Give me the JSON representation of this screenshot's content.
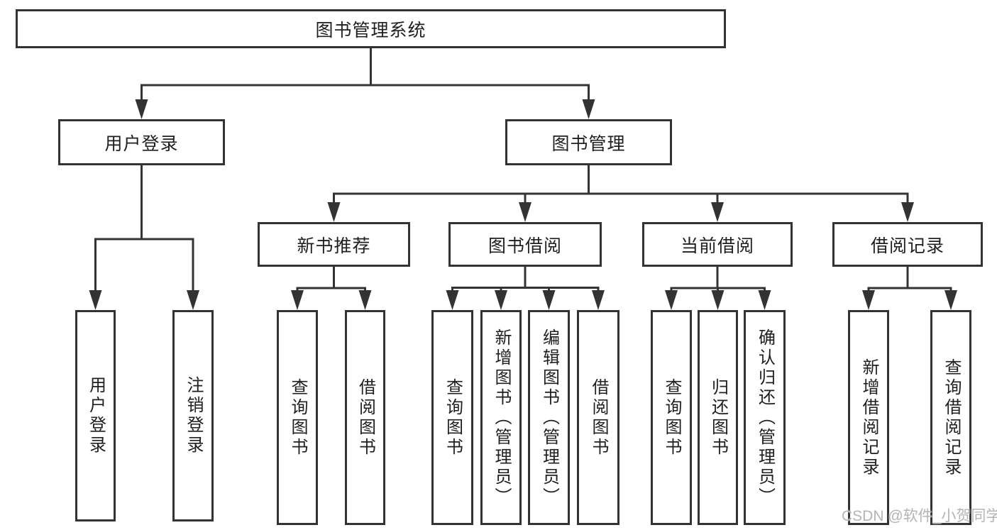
{
  "title": {
    "label": "图书管理系统"
  },
  "level2": [
    {
      "label": "用户登录"
    },
    {
      "label": "图书管理"
    }
  ],
  "level3": [
    {
      "label": "新书推荐"
    },
    {
      "label": "图书借阅"
    },
    {
      "label": "当前借阅"
    },
    {
      "label": "借阅记录"
    }
  ],
  "leaves": [
    {
      "label": "用户登录"
    },
    {
      "label": "注销登录"
    },
    {
      "label": "查询图书"
    },
    {
      "label": "借阅图书"
    },
    {
      "label": "查询图书"
    },
    {
      "label": "新增图书（管理员）"
    },
    {
      "label": "编辑图书（管理员）"
    },
    {
      "label": "借阅图书"
    },
    {
      "label": "查询图书"
    },
    {
      "label": "归还图书"
    },
    {
      "label": "确认归还（管理员）"
    },
    {
      "label": "新增借阅记录"
    },
    {
      "label": "查询借阅记录"
    }
  ],
  "watermark": {
    "label": "CSDN @软件_小贺同学"
  },
  "colors": {
    "line": "#333333",
    "text": "#1f1f1f",
    "watermark": "#b4b4b4",
    "background": "#ffffff"
  }
}
